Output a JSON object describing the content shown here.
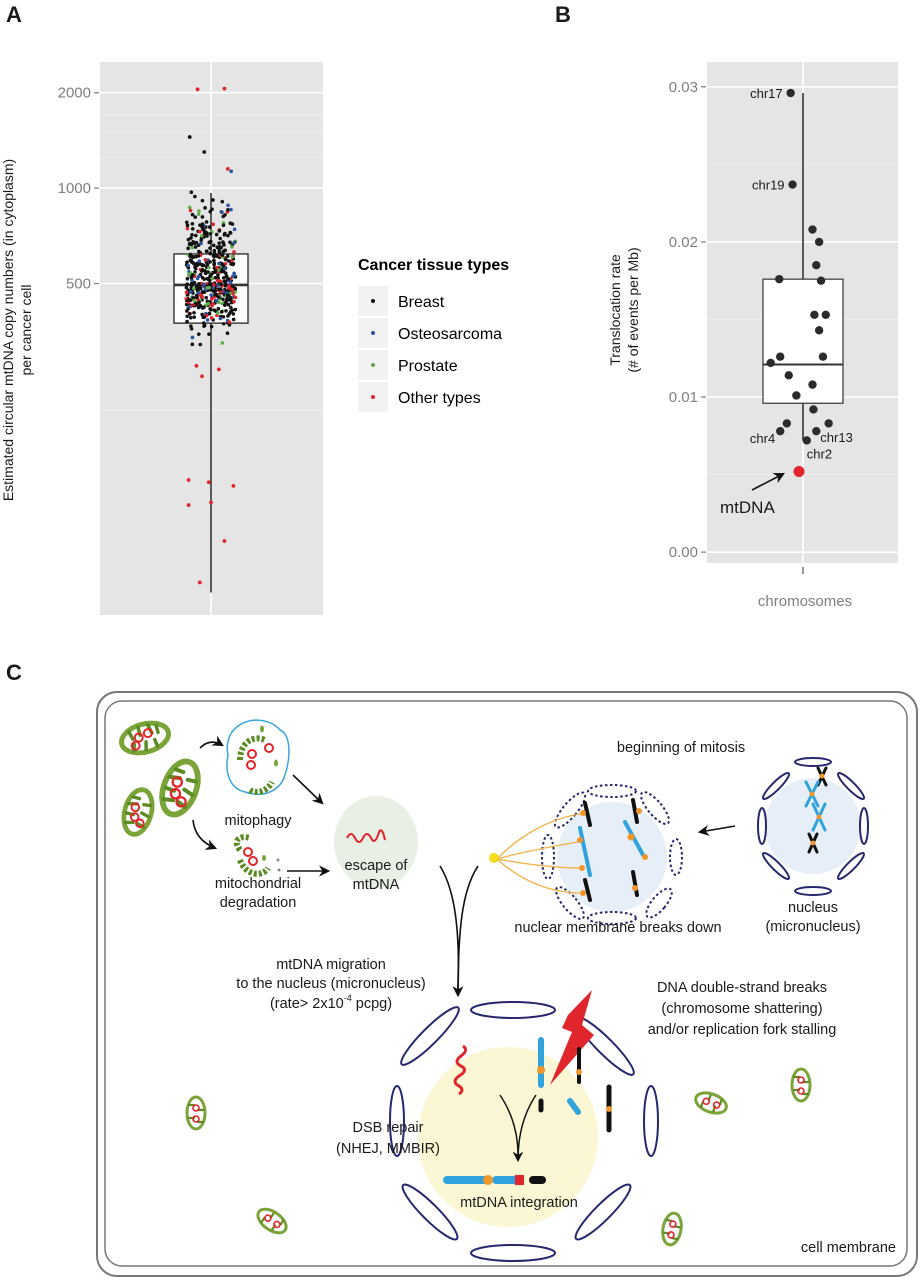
{
  "panels": {
    "a": "A",
    "b": "B",
    "c": "C"
  },
  "chart_data": [
    {
      "type": "scatter",
      "subtype": "boxplot-with-jittered-points",
      "panel": "A",
      "title": "",
      "xlabel": "",
      "ylabel_lines": [
        "Estimated circular mtDNA copy numbers (in cytoplasm)",
        "per cancer cell"
      ],
      "yscale": "log10",
      "ylim": [
        45,
        2500
      ],
      "yticks": [
        500,
        1000,
        2000
      ],
      "ytick_labels": [
        "500",
        "1000",
        "2000"
      ],
      "minor_gridlines": [
        200,
        1500
      ],
      "grid": true,
      "box": {
        "q1": 375,
        "median": 495,
        "q3": 620,
        "whisker_low": 53,
        "whisker_high": 965
      },
      "legend": {
        "title": "Cancer tissue types",
        "placement": "right",
        "entries": [
          {
            "label": "Breast",
            "color": "#111111"
          },
          {
            "label": "Osteosarcoma",
            "color": "#2a55a5"
          },
          {
            "label": "Prostate",
            "color": "#5fae4b"
          },
          {
            "label": "Other types",
            "color": "#e0262c"
          }
        ]
      },
      "notable_points": [
        {
          "category": "Other types",
          "value": 2050,
          "jitter": -0.12
        },
        {
          "category": "Other types",
          "value": 2060,
          "jitter": 0.12
        },
        {
          "category": "Breast",
          "value": 1450,
          "jitter": -0.19
        },
        {
          "category": "Breast",
          "value": 1300,
          "jitter": -0.06
        },
        {
          "category": "Other types",
          "value": 1150,
          "jitter": 0.15
        },
        {
          "category": "Osteosarcoma",
          "value": 1130,
          "jitter": 0.18
        },
        {
          "category": "Other types",
          "value": 275,
          "jitter": -0.13
        },
        {
          "category": "Other types",
          "value": 268,
          "jitter": 0.07
        },
        {
          "category": "Other types",
          "value": 255,
          "jitter": -0.08
        },
        {
          "category": "Other types",
          "value": 120,
          "jitter": -0.2
        },
        {
          "category": "Other types",
          "value": 118,
          "jitter": -0.02
        },
        {
          "category": "Other types",
          "value": 115,
          "jitter": 0.2
        },
        {
          "category": "Other types",
          "value": 100,
          "jitter": -0.2
        },
        {
          "category": "Other types",
          "value": 102,
          "jitter": 0.0
        },
        {
          "category": "Other types",
          "value": 77,
          "jitter": 0.12
        },
        {
          "category": "Other types",
          "value": 57,
          "jitter": -0.1
        }
      ],
      "bulk_points": {
        "count": 520,
        "range": [
          300,
          1100
        ],
        "center": 500,
        "color_share": {
          "Breast": 0.68,
          "Osteosarcoma": 0.1,
          "Prostate": 0.08,
          "Other types": 0.14
        }
      }
    },
    {
      "type": "scatter",
      "subtype": "boxplot-with-jittered-points",
      "panel": "B",
      "title": "",
      "xlabel": "chromosomes",
      "xtick_labels": [
        ""
      ],
      "ylabel_lines": [
        "Translocation rate",
        "(# of events per Mb)"
      ],
      "ylim": [
        -0.0007,
        0.0316
      ],
      "yticks": [
        0.0,
        0.01,
        0.02,
        0.03
      ],
      "ytick_labels": [
        "0.00",
        "0.01",
        "0.02",
        "0.03"
      ],
      "grid": true,
      "box": {
        "q1": 0.0096,
        "median": 0.0121,
        "q3": 0.0176,
        "whisker_low": 0.0072,
        "whisker_high": 0.0296
      },
      "points": [
        {
          "label": "chr17",
          "value": 0.0296,
          "jitter": -0.13,
          "label_side": "left"
        },
        {
          "label": "chr19",
          "value": 0.0237,
          "jitter": -0.11,
          "label_side": "left"
        },
        {
          "label": "",
          "value": 0.0208,
          "jitter": 0.1
        },
        {
          "label": "",
          "value": 0.02,
          "jitter": 0.17
        },
        {
          "label": "",
          "value": 0.0185,
          "jitter": 0.14
        },
        {
          "label": "",
          "value": 0.0176,
          "jitter": -0.25
        },
        {
          "label": "",
          "value": 0.0175,
          "jitter": 0.19
        },
        {
          "label": "",
          "value": 0.0153,
          "jitter": 0.12
        },
        {
          "label": "",
          "value": 0.0153,
          "jitter": 0.24
        },
        {
          "label": "",
          "value": 0.0143,
          "jitter": 0.17
        },
        {
          "label": "",
          "value": 0.0126,
          "jitter": -0.24
        },
        {
          "label": "",
          "value": 0.0126,
          "jitter": 0.21
        },
        {
          "label": "",
          "value": 0.0122,
          "jitter": -0.34
        },
        {
          "label": "",
          "value": 0.0114,
          "jitter": -0.15
        },
        {
          "label": "",
          "value": 0.0108,
          "jitter": 0.1
        },
        {
          "label": "",
          "value": 0.0101,
          "jitter": -0.07
        },
        {
          "label": "",
          "value": 0.0092,
          "jitter": 0.11
        },
        {
          "label": "",
          "value": 0.0083,
          "jitter": -0.17
        },
        {
          "label": "",
          "value": 0.0083,
          "jitter": 0.27
        },
        {
          "label": "chr4",
          "value": 0.0078,
          "jitter": -0.24,
          "label_side": "left-below"
        },
        {
          "label": "chr13",
          "value": 0.0078,
          "jitter": 0.14,
          "label_side": "right-below"
        },
        {
          "label": "chr2",
          "value": 0.0072,
          "jitter": 0.04,
          "label_side": "below"
        }
      ],
      "highlight": {
        "label": "mtDNA",
        "value": 0.0052,
        "color": "#e0262c"
      }
    }
  ],
  "diagram": {
    "labels": {
      "mitophagy": "mitophagy",
      "mito_degradation_1": "mitochondrial",
      "mito_degradation_2": "degradation",
      "escape_1": "escape of",
      "escape_2": "mtDNA",
      "beginning_mitosis": "beginning of mitosis",
      "nucleus_1": "nucleus",
      "nucleus_2": "(micronucleus)",
      "membrane_breaks": "nuclear membrane breaks down",
      "migration_1": "mtDNA migration",
      "migration_2": "to the nucleus (micronucleus)",
      "migration_3_pre": "(rate> 2x10",
      "migration_3_exp": "-4",
      "migration_3_post": " pcpg)",
      "dsb_1": "DNA double-strand breaks",
      "dsb_2": "(chromosome shattering)",
      "dsb_3": "and/or replication fork stalling",
      "repair_1": "DSB repair",
      "repair_2": "(NHEJ, MMBIR)",
      "integration": "mtDNA integration",
      "cell_membrane": "cell membrane"
    },
    "colors": {
      "mito_green": "#7aa437",
      "mtdna_red": "#e0262c",
      "chromosome_blue": "#31a3dc",
      "centromere_orange": "#f0962a",
      "envelope_navy": "#27276e",
      "nucleus_fill": "#e6eff8",
      "integration_fill": "#fbf7d4",
      "escape_fill": "#e8efe4",
      "spindle": "#f0b249",
      "centrosome": "#f5dc1c"
    }
  }
}
